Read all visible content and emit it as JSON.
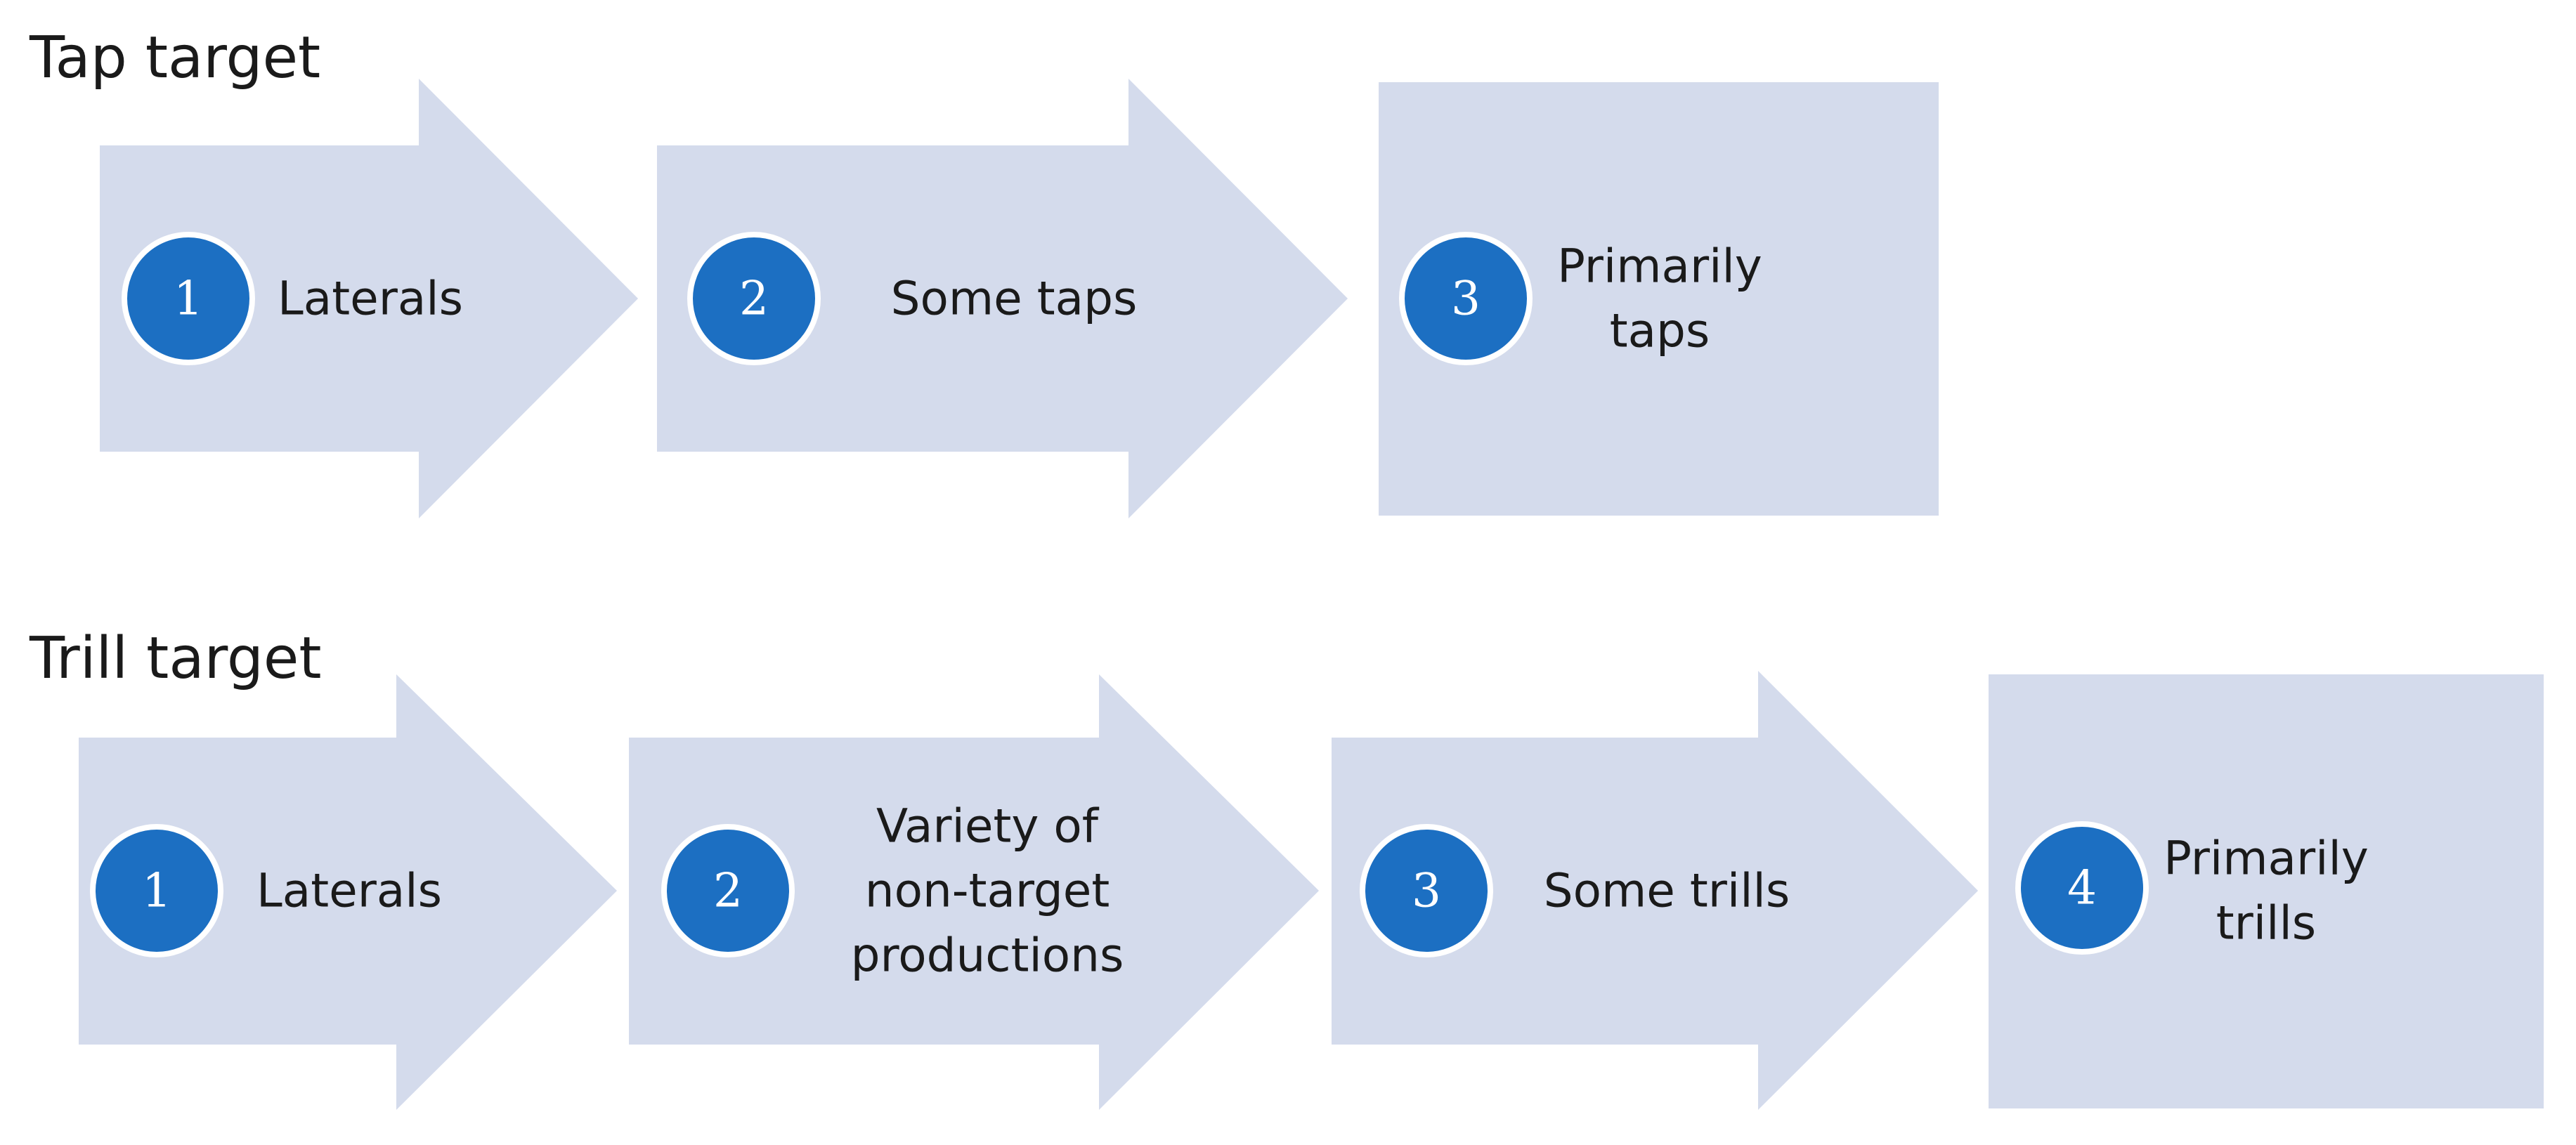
{
  "colors": {
    "shape_fill": "#d4dbec",
    "circle_fill": "#1c6fc2",
    "circle_border": "#ffffff",
    "number_text": "#ffffff",
    "label_text": "#1a1a1a"
  },
  "rows": [
    {
      "heading": "Tap target",
      "steps": [
        {
          "number": "1",
          "label": "Laterals",
          "shape": "arrow"
        },
        {
          "number": "2",
          "label": "Some taps",
          "shape": "arrow"
        },
        {
          "number": "3",
          "label": "Primarily\ntaps",
          "shape": "box"
        }
      ]
    },
    {
      "heading": "Trill target",
      "steps": [
        {
          "number": "1",
          "label": "Laterals",
          "shape": "arrow"
        },
        {
          "number": "2",
          "label": "Variety of\nnon-target\nproductions",
          "shape": "arrow"
        },
        {
          "number": "3",
          "label": "Some trills",
          "shape": "arrow"
        },
        {
          "number": "4",
          "label": "Primarily\ntrills",
          "shape": "box"
        }
      ]
    }
  ]
}
